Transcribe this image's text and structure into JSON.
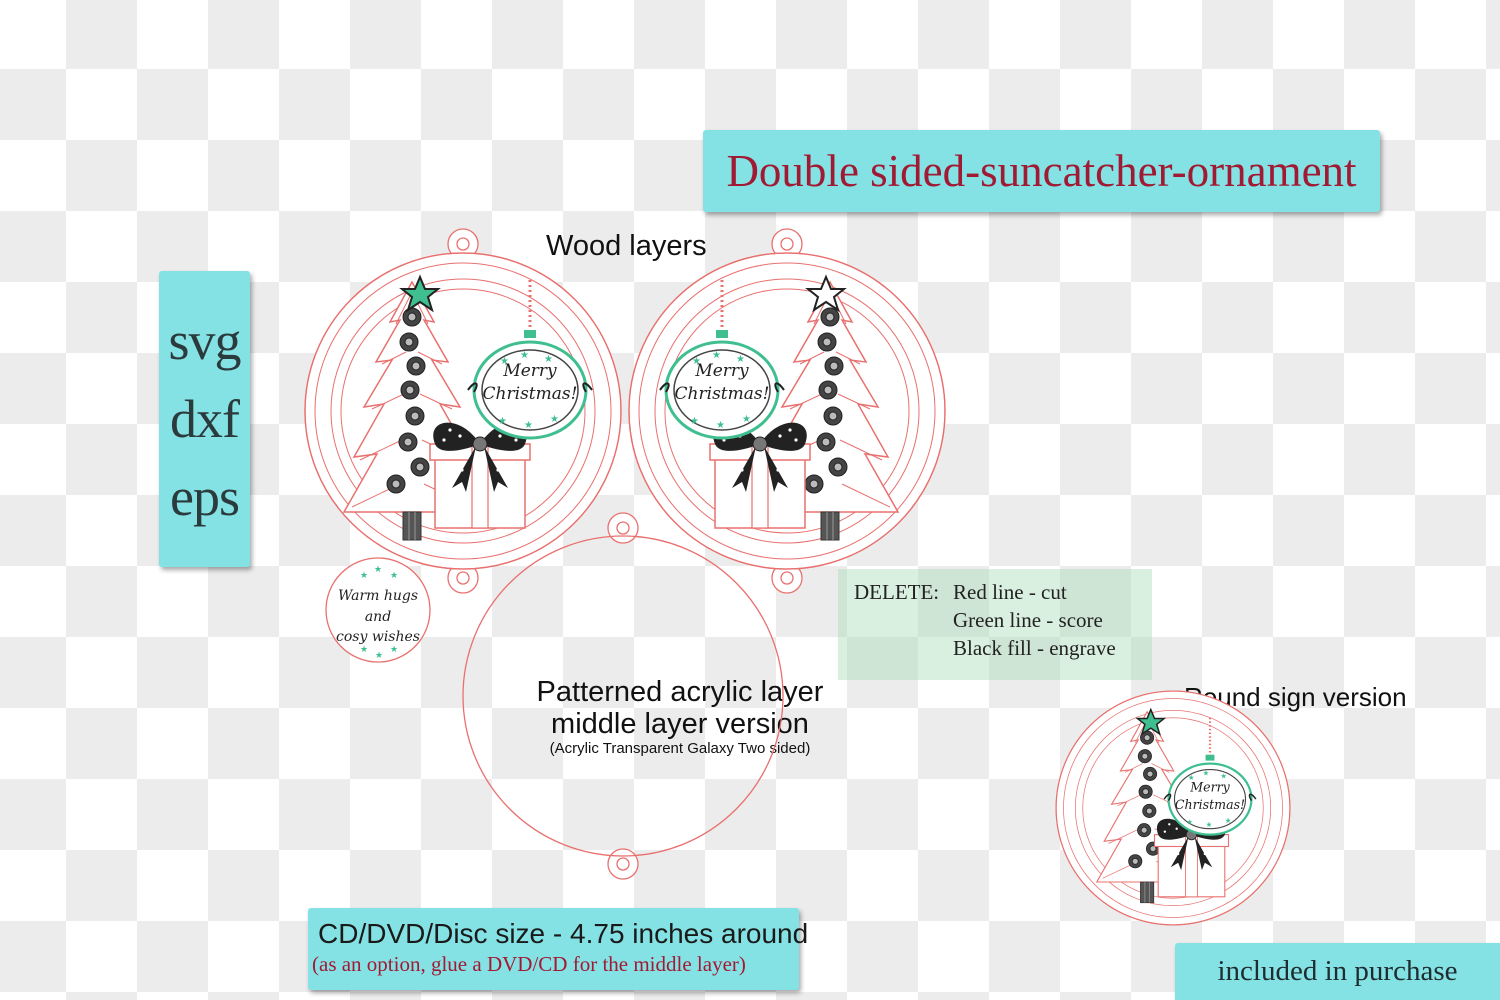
{
  "title": "Double sided-suncatcher-ornament",
  "formats": [
    "svg",
    "dxf",
    "eps"
  ],
  "labels": {
    "wood_layers": "Wood layers",
    "acrylic_line1": "Patterned acrylic layer",
    "acrylic_line2": "middle layer version",
    "acrylic_sub": "(Acrylic Transparent Galaxy Two sided)",
    "round_sign": "Round sign version"
  },
  "legend": {
    "prefix": "DELETE:",
    "items": [
      "Red line - cut",
      "Green line - score",
      "Black fill - engrave"
    ]
  },
  "cd_box": {
    "main": "CD/DVD/Disc size - 4.75 inches around",
    "note": "(as an option, glue a DVD/CD for the middle layer)"
  },
  "included": "included in purchase",
  "ornament_text": {
    "merry": "Merry",
    "christmas": "Christmas!",
    "warm1": "Warm hugs",
    "warm2": "and",
    "warm3": "cosy wishes"
  },
  "colors": {
    "cut_line": "#e8716f",
    "accent_teal": "#84e2e4",
    "title_red": "#a11a33",
    "score_green": "#3fbf8f"
  }
}
